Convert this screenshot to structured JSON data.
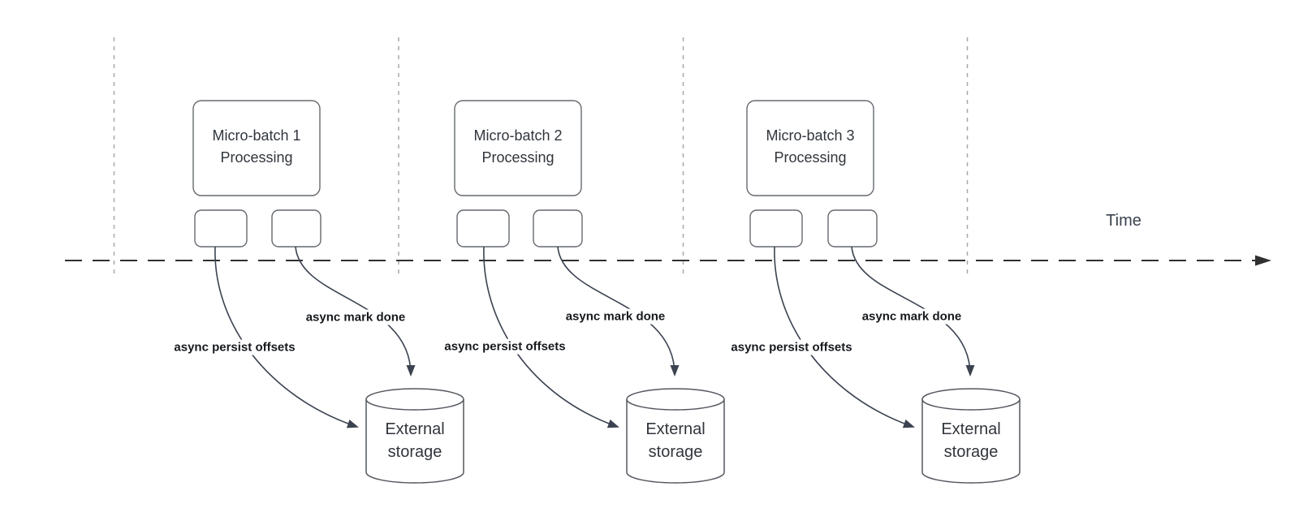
{
  "diagram": {
    "time_label": "Time",
    "batches": [
      {
        "title": "Micro-batch 1\nProcessing",
        "persist_label": "async persist offsets",
        "done_label": "async mark done",
        "storage": {
          "label": "External\nstorage"
        }
      },
      {
        "title": "Micro-batch 2\nProcessing",
        "persist_label": "async persist offsets",
        "done_label": "async mark done",
        "storage": {
          "label": "External\nstorage"
        }
      },
      {
        "title": "Micro-batch 3\nProcessing",
        "persist_label": "async persist offsets",
        "done_label": "async mark done",
        "storage": {
          "label": "External\nstorage"
        }
      }
    ]
  },
  "colors": {
    "edge": "#3b4350",
    "timeline": "#303030",
    "guide": "#a8a8aa",
    "box_border": "#65696e",
    "cyl_border": "#54585e",
    "text": "#31363c",
    "label_text": "#16191d"
  }
}
